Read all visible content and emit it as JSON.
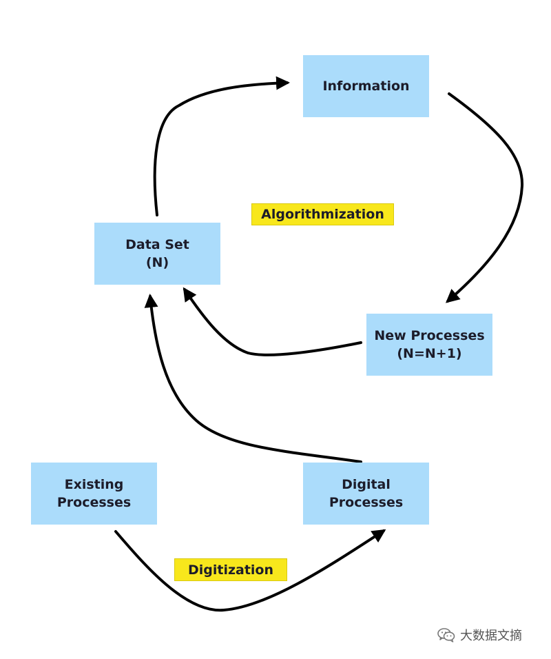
{
  "colors": {
    "node_fill": "#abdcfb",
    "tag_fill": "#f8e71c",
    "text": "#1c1c2a",
    "arrow": "#000000"
  },
  "nodes": {
    "information": {
      "lines": [
        "Information"
      ]
    },
    "data_set": {
      "lines": [
        "Data Set",
        "(N)"
      ]
    },
    "new_processes": {
      "lines": [
        "New Processes",
        "(N=N+1)"
      ]
    },
    "existing_processes": {
      "lines": [
        "Existing",
        "Processes"
      ]
    },
    "digital_processes": {
      "lines": [
        "Digital",
        "Processes"
      ]
    }
  },
  "tags": {
    "algorithmization": "Algorithmization",
    "digitization": "Digitization"
  },
  "edges": [
    {
      "from": "data_set",
      "to": "information"
    },
    {
      "from": "information",
      "to": "new_processes"
    },
    {
      "from": "new_processes",
      "to": "data_set"
    },
    {
      "from": "digital_processes",
      "to": "data_set"
    },
    {
      "from": "existing_processes",
      "to": "digital_processes"
    }
  ],
  "watermark": {
    "icon": "wechat-icon",
    "text": "大数据文摘"
  }
}
